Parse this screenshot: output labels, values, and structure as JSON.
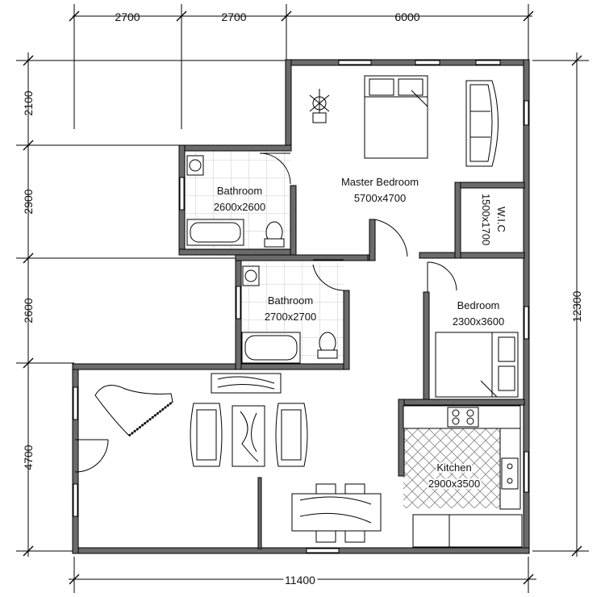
{
  "dimensions": {
    "top": [
      "2700",
      "2700",
      "6000"
    ],
    "left": [
      "2100",
      "2900",
      "2600",
      "4700"
    ],
    "right": "12300",
    "bottom": "11400"
  },
  "rooms": {
    "master_bedroom": {
      "name": "Master Bedroom",
      "size": "5700x4700"
    },
    "bathroom_1": {
      "name": "Bathroom",
      "size": "2600x2600"
    },
    "bathroom_2": {
      "name": "Bathroom",
      "size": "2700x2700"
    },
    "wic": {
      "name": "W.I.C",
      "size": "1500x1700"
    },
    "bedroom": {
      "name": "Bedroom",
      "size": "2300x3600"
    },
    "kitchen": {
      "name": "Kitchen",
      "size": "2900x3500"
    }
  }
}
